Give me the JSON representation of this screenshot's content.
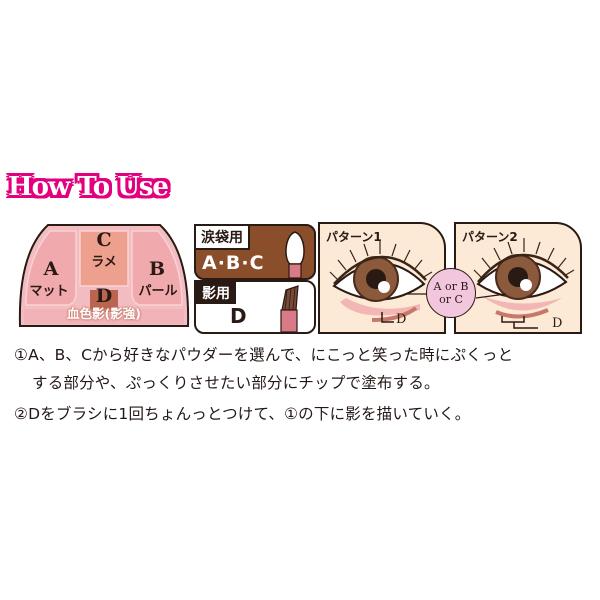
{
  "title": "How To Use",
  "colors": {
    "title_fill": "#e3007f",
    "palette_outer": "#f1b4b6",
    "palette_c": "#eea08f",
    "palette_d": "#b9654f",
    "tool_brown": "#8b4e2a",
    "eye_bg": "#fce9d6",
    "badge_pink": "#f2c6dd"
  },
  "palette": {
    "a": {
      "letter": "A",
      "name": "マット"
    },
    "b": {
      "letter": "B",
      "name": "パール"
    },
    "c": {
      "letter": "C",
      "name": "ラメ"
    },
    "d": {
      "letter": "D",
      "name": "血色影(影強)"
    }
  },
  "tools": {
    "tear_bag": {
      "tag": "涙袋用",
      "value": "A·B·C",
      "icon": "sponge-tip-applicator-icon"
    },
    "shadow": {
      "tag": "影用",
      "value": "D",
      "icon": "brush-icon"
    }
  },
  "patterns": [
    {
      "title": "パターン1",
      "d_label": "D"
    },
    {
      "title": "パターン2",
      "d_label": "D"
    }
  ],
  "badge": {
    "line1": "A or B",
    "line2": "or C"
  },
  "instructions": [
    "①A、B、Cから好きなパウダーを選んで、にこっと笑った時にぷくっと",
    "する部分や、ぷっくりさせたい部分にチップで塗布する。",
    "②Dをブラシに1回ちょんっとつけて、①の下に影を描いていく。"
  ]
}
